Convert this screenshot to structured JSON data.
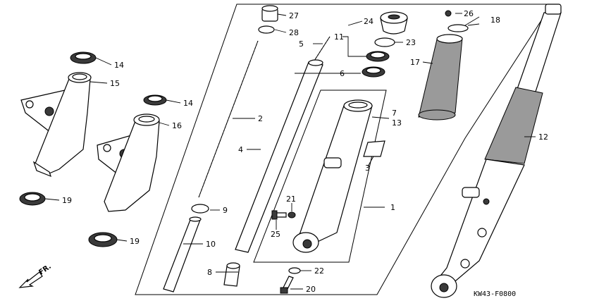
{
  "diagram": {
    "drawing_code": "KW43-F0800",
    "direction_label": "FR.",
    "callouts": [
      {
        "id": "c1",
        "label": "1"
      },
      {
        "id": "c2",
        "label": "2"
      },
      {
        "id": "c3",
        "label": "3"
      },
      {
        "id": "c4",
        "label": "4"
      },
      {
        "id": "c5",
        "label": "5"
      },
      {
        "id": "c6",
        "label": "6"
      },
      {
        "id": "c7",
        "label": "7"
      },
      {
        "id": "c8",
        "label": "8"
      },
      {
        "id": "c9",
        "label": "9"
      },
      {
        "id": "c10",
        "label": "10"
      },
      {
        "id": "c11",
        "label": "11"
      },
      {
        "id": "c12",
        "label": "12"
      },
      {
        "id": "c13",
        "label": "13"
      },
      {
        "id": "c14a",
        "label": "14"
      },
      {
        "id": "c14b",
        "label": "14"
      },
      {
        "id": "c15",
        "label": "15"
      },
      {
        "id": "c16",
        "label": "16"
      },
      {
        "id": "c17",
        "label": "17"
      },
      {
        "id": "c18",
        "label": "18"
      },
      {
        "id": "c19a",
        "label": "19"
      },
      {
        "id": "c19b",
        "label": "19"
      },
      {
        "id": "c20",
        "label": "20"
      },
      {
        "id": "c21",
        "label": "21"
      },
      {
        "id": "c22",
        "label": "22"
      },
      {
        "id": "c23",
        "label": "23"
      },
      {
        "id": "c24",
        "label": "24"
      },
      {
        "id": "c25",
        "label": "25"
      },
      {
        "id": "c26",
        "label": "26"
      },
      {
        "id": "c27",
        "label": "27"
      },
      {
        "id": "c28",
        "label": "28"
      }
    ]
  }
}
